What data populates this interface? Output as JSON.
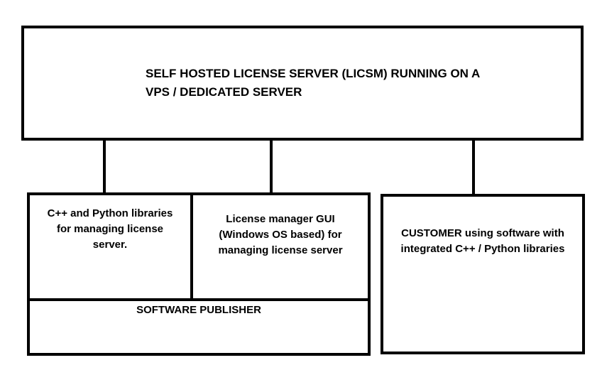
{
  "server": {
    "label": "SELF HOSTED LICENSE SERVER (LICSM) RUNNING ON A\nVPS / DEDICATED SERVER"
  },
  "publisher": {
    "libraries_label": "C++ and Python libraries\nfor managing license\nserver.",
    "gui_label": "License manager GUI\n(Windows OS based) for\nmanaging license server",
    "title": "SOFTWARE PUBLISHER"
  },
  "customer": {
    "label": "CUSTOMER using software with\nintegrated C++ / Python libraries"
  }
}
